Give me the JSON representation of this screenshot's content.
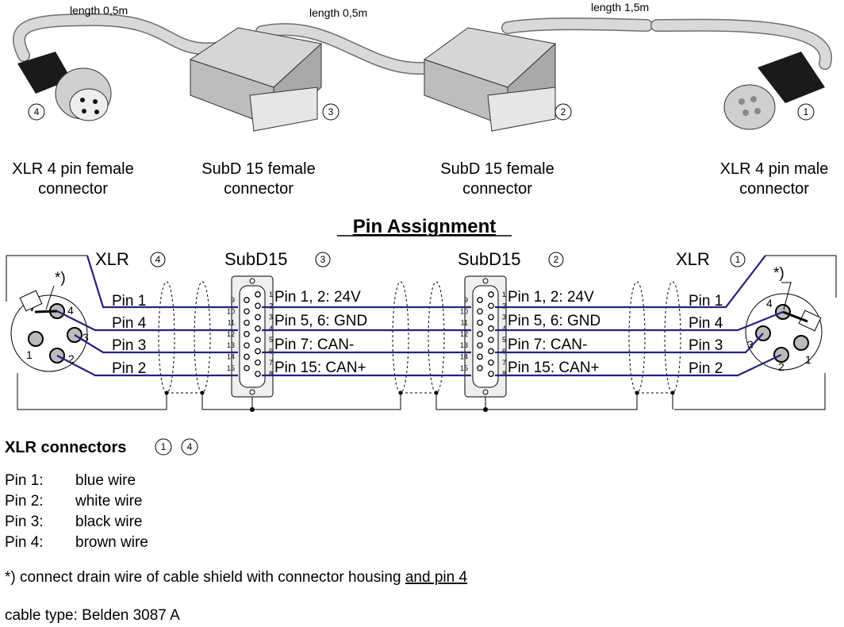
{
  "cable_lengths": [
    "length 0,5m",
    "length 0,5m",
    "length 1,5m"
  ],
  "connector_captions": [
    {
      "line1": "XLR 4 pin female",
      "line2": "connector"
    },
    {
      "line1": "SubD 15 female",
      "line2": "connector"
    },
    {
      "line1": "SubD 15 female",
      "line2": "connector"
    },
    {
      "line1": "XLR 4 pin male",
      "line2": "connector"
    }
  ],
  "connector_numbers": [
    "4",
    "3",
    "2",
    "1"
  ],
  "pin_assignment": {
    "heading": "Pin Assignment",
    "xlr_label": "XLR",
    "subd_label": "SubD15",
    "marker": "*)",
    "xlr_pins": [
      "Pin 1",
      "Pin 4",
      "Pin 3",
      "Pin 2"
    ],
    "subd_pins": [
      "Pin 1, 2: 24V",
      "Pin 5, 6: GND",
      "Pin 7: CAN-",
      "Pin 15: CAN+"
    ],
    "subd_left_numbers": [
      "9",
      "10",
      "11",
      "12",
      "13",
      "14",
      "15"
    ],
    "subd_right_numbers": [
      "1",
      "2",
      "3",
      "4",
      "5",
      "6",
      "7",
      "8"
    ],
    "xlr_socket_numbers": [
      "4",
      "3",
      "1",
      "2"
    ]
  },
  "legend": {
    "title": "XLR connectors",
    "circle_numbers": [
      "1",
      "4"
    ],
    "rows": [
      {
        "pin": "Pin 1:",
        "wire": "blue wire"
      },
      {
        "pin": "Pin 2:",
        "wire": "white wire"
      },
      {
        "pin": "Pin 3:",
        "wire": "black wire"
      },
      {
        "pin": "Pin 4:",
        "wire": "brown wire"
      }
    ]
  },
  "note": {
    "prefix": "*) connect drain wire of cable shield with connector housing ",
    "underlined": "and pin 4"
  },
  "cable_type": "cable type: Belden 3087 A",
  "colors": {
    "wire": "#23237e",
    "cable": "#d9d9d9"
  }
}
